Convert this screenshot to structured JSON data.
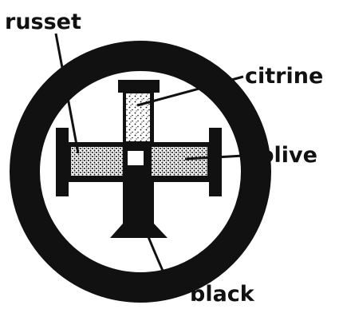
{
  "labels": {
    "russet": "russet",
    "citrine": "citrine",
    "olive": "olive",
    "black": "black"
  },
  "colors": {
    "ink": "#111111",
    "paper": "#ffffff"
  }
}
